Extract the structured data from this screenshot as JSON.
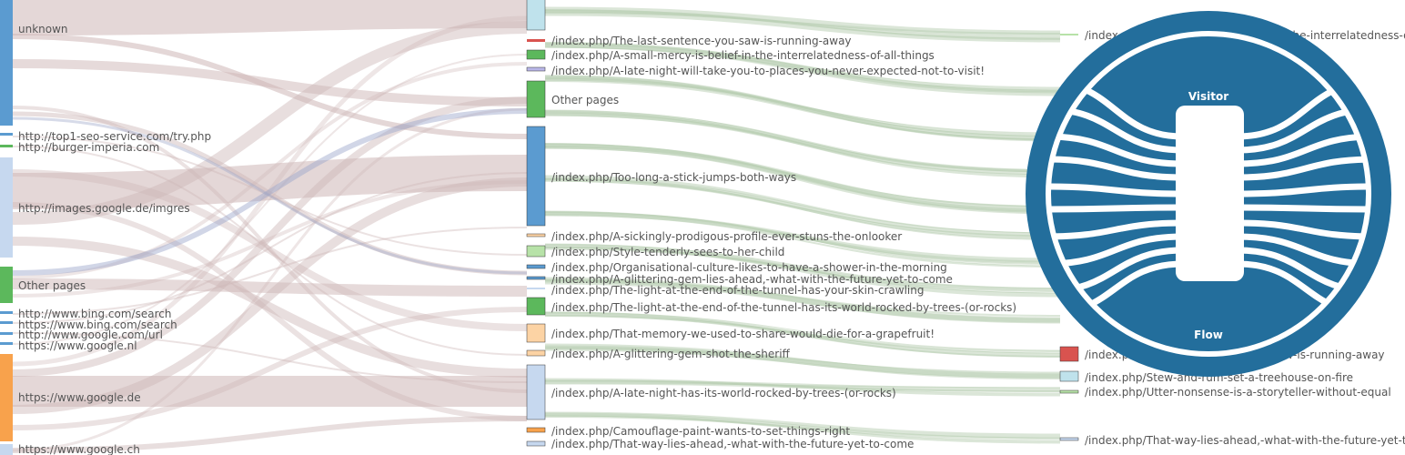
{
  "colors": {
    "node_blue": "#5b9bd0",
    "node_light_blue": "#c6d8ef",
    "node_green": "#5cb85c",
    "node_light_green": "#b7e2a8",
    "node_orange": "#f8a24c",
    "node_light_orange": "#fcd3a4",
    "node_red": "#d9534f",
    "node_pale_cyan": "#bfe2ec",
    "node_lavender": "#b9b6e8",
    "link_left": "#cdb6b6",
    "link_right": "#b8ceb2",
    "logo_blue": "#236e9c"
  },
  "left_nodes": [
    {
      "label": "unknown",
      "color": "blue"
    },
    {
      "label": "http://top1-seo-service.com/try.php",
      "color": "blue"
    },
    {
      "label": "http://burger-imperia.com",
      "color": "green"
    },
    {
      "label": "http://images.google.de/imgres",
      "color": "light_blue"
    },
    {
      "label": "Other pages",
      "color": "green"
    },
    {
      "label": "http://www.bing.com/search",
      "color": "blue"
    },
    {
      "label": "https://www.bing.com/search",
      "color": "blue"
    },
    {
      "label": "http://www.google.com/url",
      "color": "blue"
    },
    {
      "label": "https://www.google.nl",
      "color": "blue"
    },
    {
      "label": "https://www.google.de",
      "color": "orange"
    },
    {
      "label": "https://www.google.ch",
      "color": "light_blue"
    }
  ],
  "mid_nodes": [
    {
      "label": "",
      "color": "pale_cyan"
    },
    {
      "label": "/index.php/The-last-sentence-you-saw-is-running-away",
      "color": "red"
    },
    {
      "label": "/index.php/A-small-mercy-is-belief-in-the-interrelatedness-of-all-things",
      "color": "green"
    },
    {
      "label": "/index.php/A-late-night-will-take-you-to-places-you-never-expected-not-to-visit!",
      "color": "lavender"
    },
    {
      "label": "Other pages",
      "color": "green"
    },
    {
      "label": "/index.php/Too-long-a-stick-jumps-both-ways",
      "color": "blue"
    },
    {
      "label": "/index.php/A-sickingly-prodigous-profile-ever-stuns-the-onlooker",
      "color": "light_orange"
    },
    {
      "label": "/index.php/Style-tenderly-sees-to-her-child",
      "color": "light_green"
    },
    {
      "label": "/index.php/Organisational-culture-likes-to-have-a-shower-in-the-morning",
      "color": "blue"
    },
    {
      "label": "/index.php/A-glittering-gem-lies-ahead,-what-with-the-future-yet-to-come",
      "color": "blue"
    },
    {
      "label": "/index.php/The-light-at-the-end-of-the-tunnel-has-your-skin-crawling",
      "color": "light_blue"
    },
    {
      "label": "/index.php/The-light-at-the-end-of-the-tunnel-has-its-world-rocked-by-trees-(or-rocks)",
      "color": "green"
    },
    {
      "label": "/index.php/That-memory-we-used-to-share-would-die-for-a-grapefruit!",
      "color": "light_orange"
    },
    {
      "label": "/index.php/A-glittering-gem-shot-the-sheriff",
      "color": "light_orange"
    },
    {
      "label": "/index.php/A-late-night-has-its-world-rocked-by-trees-(or-rocks)",
      "color": "light_blue"
    },
    {
      "label": "/index.php/Camouflage-paint-wants-to-set-things-right",
      "color": "orange"
    },
    {
      "label": "/index.php/That-way-lies-ahead,-what-with-the-future-yet-to-come",
      "color": "light_blue"
    }
  ],
  "right_nodes": [
    {
      "label": "/index.php/A-small-mercy-is-belief-in-the-interrelatedness-of-all-things",
      "color": "light_green"
    },
    {
      "label": "/index.php/The-last-sentence-you-saw-is-running-away",
      "color": "red"
    },
    {
      "label": "/index.php/Stew-and-rum-set-a-treehouse-on-fire",
      "color": "pale_cyan"
    },
    {
      "label": "/index.php/Utter-nonsense-is-a-storyteller-without-equal",
      "color": "light_green"
    },
    {
      "label": "/index.php/That-way-lies-ahead,-what-with-the-future-yet-to-come",
      "color": "light_blue"
    }
  ],
  "logo": {
    "top_word": "Visitor",
    "bottom_word": "Flow"
  }
}
